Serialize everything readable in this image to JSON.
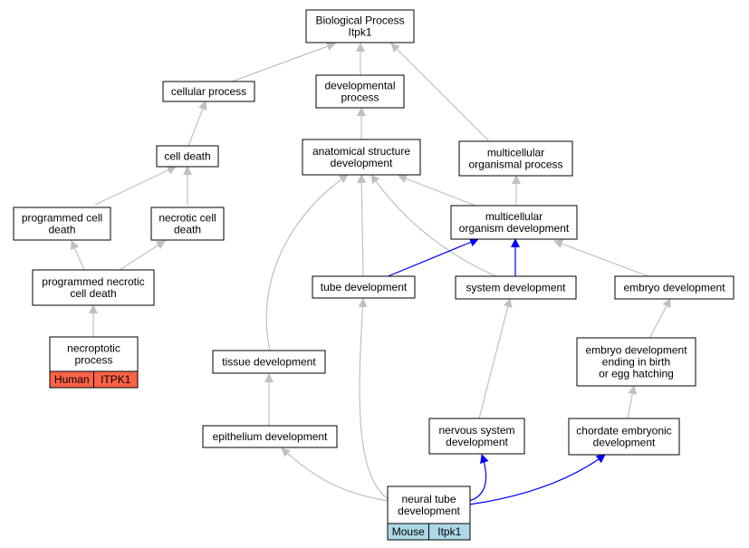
{
  "colors": {
    "edge_gray": "#c0c0c0",
    "edge_blue": "#0000ff",
    "human": "#ff6347",
    "mouse": "#add8e6"
  },
  "nodes": {
    "root": {
      "lines": [
        "Biological Process",
        "Itpk1"
      ]
    },
    "cellular_process": {
      "lines": [
        "cellular process"
      ]
    },
    "developmental_process": {
      "lines": [
        "developmental",
        "process"
      ]
    },
    "cell_death": {
      "lines": [
        "cell death"
      ]
    },
    "anatomical_structure_development": {
      "lines": [
        "anatomical structure",
        "development"
      ]
    },
    "multicellular_organismal_process": {
      "lines": [
        "multicellular",
        "organismal process"
      ]
    },
    "programmed_cell_death": {
      "lines": [
        "programmed cell",
        "death"
      ]
    },
    "necrotic_cell_death": {
      "lines": [
        "necrotic cell",
        "death"
      ]
    },
    "multicellular_organism_development": {
      "lines": [
        "multicellular",
        "organism development"
      ]
    },
    "programmed_necrotic_cell_death": {
      "lines": [
        "programmed necrotic",
        "cell death"
      ]
    },
    "tube_development": {
      "lines": [
        "tube development"
      ]
    },
    "system_development": {
      "lines": [
        "system development"
      ]
    },
    "embryo_development": {
      "lines": [
        "embryo development"
      ]
    },
    "necroptotic_process": {
      "lines": [
        "necroptotic",
        "process"
      ],
      "cells": [
        "Human",
        "ITPK1"
      ]
    },
    "tissue_development": {
      "lines": [
        "tissue development"
      ]
    },
    "embryo_development_ending": {
      "lines": [
        "embryo development",
        "ending in birth",
        "or egg hatching"
      ]
    },
    "epithelium_development": {
      "lines": [
        "epithelium development"
      ]
    },
    "nervous_system_development": {
      "lines": [
        "nervous system",
        "development"
      ]
    },
    "chordate_embryonic_development": {
      "lines": [
        "chordate embryonic",
        "development"
      ]
    },
    "neural_tube_development": {
      "lines": [
        "neural tube",
        "development"
      ],
      "cells": [
        "Mouse",
        "Itpk1"
      ]
    }
  }
}
